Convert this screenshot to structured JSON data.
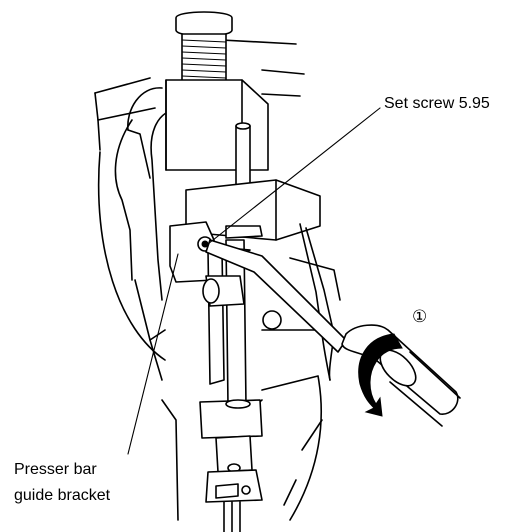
{
  "labels": {
    "set_screw": "Set screw 5.95",
    "presser_bar_line1": "Presser bar",
    "presser_bar_line2": "guide bracket",
    "step_marker": "①"
  },
  "colors": {
    "ink": "#000000",
    "background": "#ffffff"
  },
  "icons": {
    "rotation_arrow": "counterclockwise-rotation-arrow-icon",
    "screwdriver": "screwdriver-icon"
  }
}
